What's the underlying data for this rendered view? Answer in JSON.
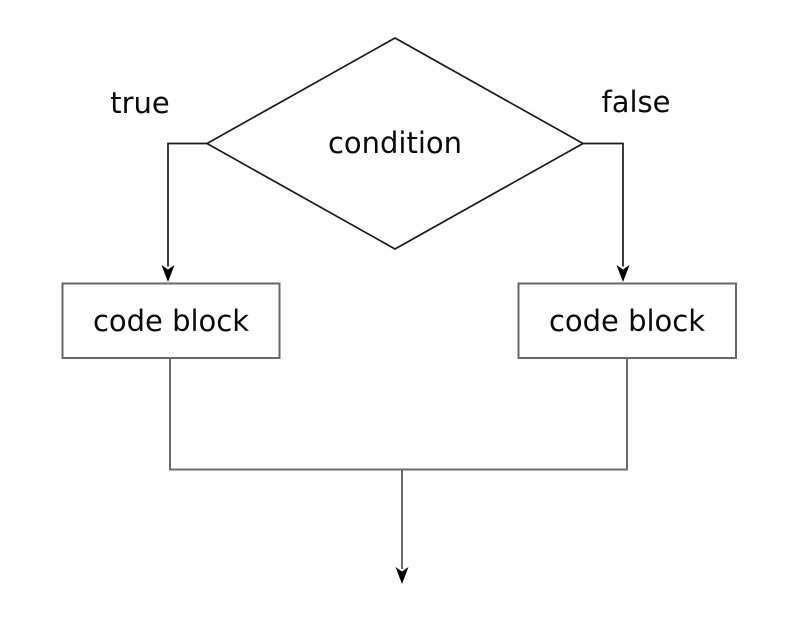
{
  "diagram": {
    "type": "flowchart",
    "condition_node": {
      "label": "condition",
      "shape": "diamond"
    },
    "true_branch": {
      "label": "true"
    },
    "false_branch": {
      "label": "false"
    },
    "left_block": {
      "label": "code block",
      "shape": "rectangle"
    },
    "right_block": {
      "label": "code block",
      "shape": "rectangle"
    },
    "colors": {
      "background": "#ffffff",
      "diamond_stroke": "#1a1a1a",
      "branch_stroke": "#1a1a1a",
      "box_stroke": "#696969",
      "connector_stroke": "#6b6b6b",
      "arrowhead_fill": "#000000",
      "text": "#0a0a0a"
    }
  }
}
